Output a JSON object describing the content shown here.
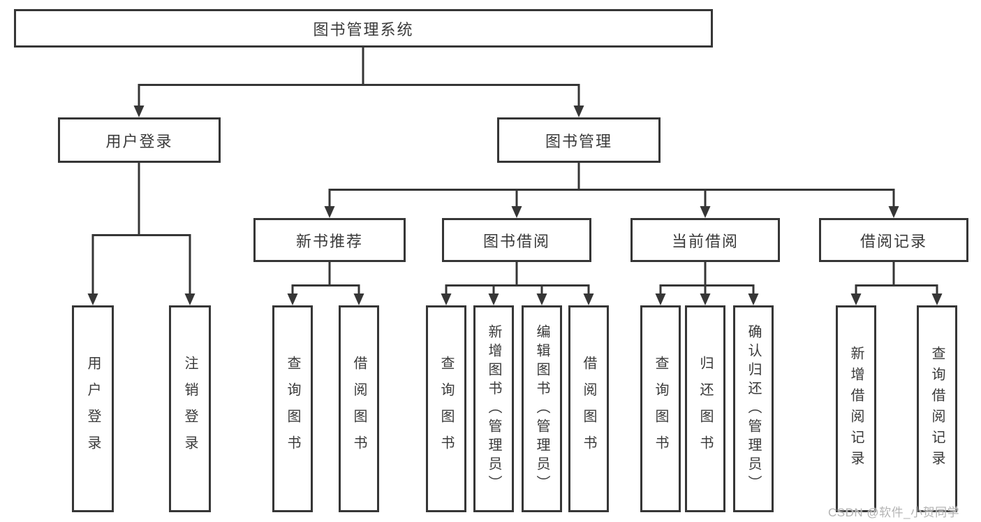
{
  "diagram": {
    "title": "图书管理系统",
    "branches": [
      {
        "label": "用户登录",
        "children": [
          {
            "label": "用户登录"
          },
          {
            "label": "注销登录"
          }
        ]
      },
      {
        "label": "图书管理",
        "children": [
          {
            "label": "新书推荐",
            "children": [
              {
                "label": "查询图书"
              },
              {
                "label": "借阅图书"
              }
            ]
          },
          {
            "label": "图书借阅",
            "children": [
              {
                "label": "查询图书"
              },
              {
                "label": "新增图书（管理员）"
              },
              {
                "label": "编辑图书（管理员）"
              },
              {
                "label": "借阅图书"
              }
            ]
          },
          {
            "label": "当前借阅",
            "children": [
              {
                "label": "查询图书"
              },
              {
                "label": "归还图书"
              },
              {
                "label": "确认归还（管理员）"
              }
            ]
          },
          {
            "label": "借阅记录",
            "children": [
              {
                "label": "新增借阅记录"
              },
              {
                "label": "查询借阅记录"
              }
            ]
          }
        ]
      }
    ]
  },
  "watermark": {
    "text": "CSDN @软件_小贺同学"
  },
  "colors": {
    "line": "#363636",
    "text": "#3a3a3a",
    "watermark": "#b4b4b4",
    "background": "#ffffff"
  }
}
